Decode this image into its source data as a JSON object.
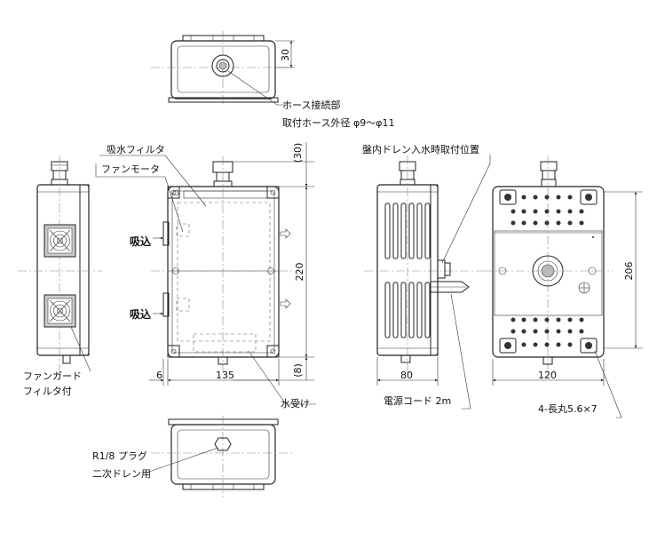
{
  "callouts": {
    "hose_connection": "ホース接続部",
    "hose_outer_diameter": "取付ホース外径 φ9〜φ11",
    "intake_filter": "吸水フィルタ",
    "fan_motor": "ファンモータ",
    "intake": "吸込",
    "fan_guard_line1": "ファンガード",
    "fan_guard_line2": "フィルタ付",
    "drip_tray": "水受け",
    "in_panel_drain_position": "盤内ドレン入水時取付位置",
    "power_cord": "電源コード 2m",
    "slot_holes": "4-長丸5.6×7",
    "plug_line1": "R1/8 プラグ",
    "plug_line2": "二次ドレン用"
  },
  "dimensions": {
    "top_height": "30",
    "hose_height": "(30)",
    "front_height": "220",
    "bottom_offset": "(8)",
    "left_margin": "6",
    "front_width": "135",
    "side_depth": "80",
    "back_width": "120",
    "back_height": "206"
  }
}
